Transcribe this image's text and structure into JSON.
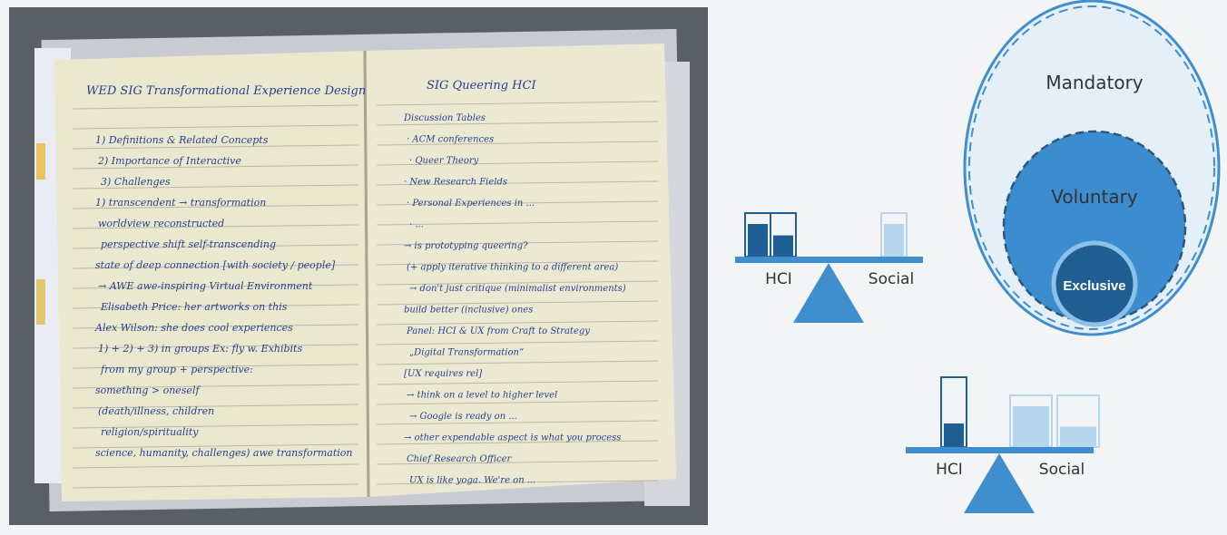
{
  "notebook": {
    "left_page": {
      "heading": "WED   SIG Transformational Experience Design",
      "lines": [
        "1) Definitions & Related Concepts",
        "2) Importance of Interactive",
        "3) Challenges",
        "1)                         transcendent → transformation",
        "worldview reconstructed",
        "perspective shift          self-transcending",
        "state of deep connection [with society / people]",
        "→ AWE  awe-inspiring Virtual Environment",
        "Elisabeth Price: her artworks on this",
        "Alex Wilson: she does cool experiences",
        "1) + 2) + 3) in groups          Ex: fly w. Exhibits",
        "from my group + perspective:",
        "something > oneself",
        "(death/illness, children",
        "religion/spirituality",
        "science, humanity, challenges)   awe    transformation"
      ]
    },
    "right_page": {
      "heading": "SIG Queering HCI",
      "lines": [
        "Discussion Tables",
        "· ACM conferences",
        "· Queer Theory",
        "· New Research Fields",
        "· Personal Experiences in ...",
        "· ...",
        "→ is prototyping queering?",
        "(+ apply iterative thinking to a different area)",
        "→ don't just critique (minimalist environments)",
        "build better (inclusive) ones",
        "Panel: HCI & UX from Craft to Strategy",
        "„Digital Transformation“",
        "[UX requires rel]",
        "→ think on a level to higher level",
        "→ Google is ready on ...",
        "→ other expendable aspect is what you process",
        "Chief Research Officer",
        "UX is like yoga. We're on ..."
      ]
    }
  },
  "balance_top": {
    "left_label": "HCI",
    "right_label": "Social",
    "left_fills": [
      1,
      0.65
    ],
    "right_fills": [
      1
    ]
  },
  "balance_bottom": {
    "left_label": "HCI",
    "right_label": "Social",
    "left_fills": [
      0.4
    ],
    "right_fills": [
      1,
      0.5
    ]
  },
  "nested": {
    "outer_label": "Mandatory",
    "middle_label": "Voluntary",
    "inner_label": "Exclusive"
  },
  "colors": {
    "dark": "#1f5f93",
    "mid": "#3f8fcf",
    "light": "#b6d6ee",
    "pale": "#e4eff8",
    "paper": "#ebe8d0",
    "ink": "#2a3e8c"
  }
}
